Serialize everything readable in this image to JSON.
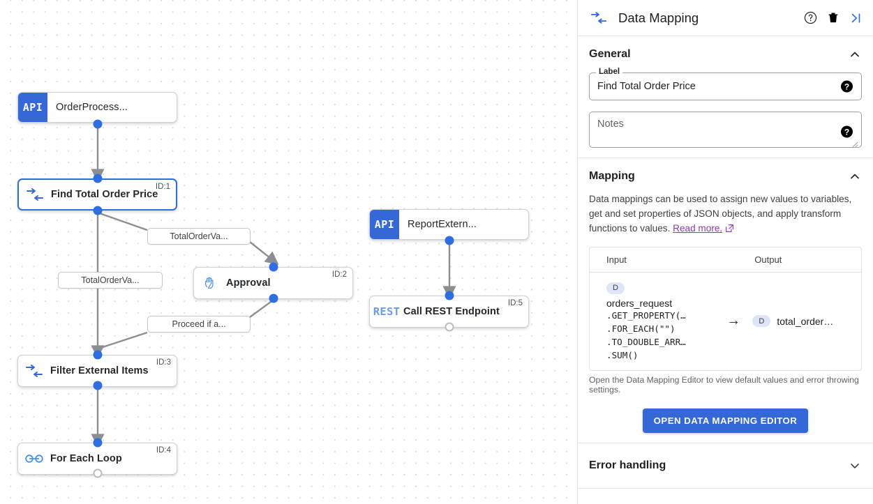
{
  "canvas": {
    "nodes": [
      {
        "id": "n-api-order",
        "title": "OrderProcess...",
        "badge": "API",
        "idlabel": ""
      },
      {
        "id": "n-find-total",
        "title": "Find Total Order Price",
        "idlabel": "ID:1"
      },
      {
        "id": "n-approval",
        "title": "Approval",
        "idlabel": "ID:2"
      },
      {
        "id": "n-filter",
        "title": "Filter External Items",
        "idlabel": "ID:3"
      },
      {
        "id": "n-foreach",
        "title": "For Each Loop",
        "idlabel": "ID:4"
      },
      {
        "id": "n-api-report",
        "title": "ReportExtern...",
        "badge": "API",
        "idlabel": ""
      },
      {
        "id": "n-rest",
        "title": "Call REST Endpoint",
        "badge": "REST",
        "idlabel": "ID:5"
      }
    ],
    "edge_labels": [
      {
        "id": "el-top",
        "text": "TotalOrderVa..."
      },
      {
        "id": "el-left",
        "text": "TotalOrderVa..."
      },
      {
        "id": "el-bottom",
        "text": "Proceed if a..."
      }
    ]
  },
  "panel": {
    "header": {
      "title": "Data Mapping",
      "help_icon": "help-circle-icon",
      "delete_icon": "trash-icon",
      "collapse_icon": "collapse-panel-icon"
    },
    "general": {
      "title": "General",
      "label_field": {
        "legend": "Label",
        "value": "Find Total Order Price"
      },
      "notes_field": {
        "placeholder": "Notes",
        "value": ""
      }
    },
    "mapping": {
      "title": "Mapping",
      "description_1": "Data mappings can be used to assign new values to variables, get and set properties of JSON objects, and apply transform functions to values. ",
      "read_more": "Read more.",
      "columns": {
        "input": "Input",
        "output": "Output"
      },
      "rows": [
        {
          "input_badge": "D",
          "input_var": "orders_request",
          "input_expr": [
            ".GET_PROPERTY(…",
            ".FOR_EACH(\"\")",
            ".TO_DOUBLE_ARR…",
            ".SUM()"
          ],
          "arrow": "→",
          "output_badge": "D",
          "output_var": "total_order…"
        }
      ],
      "hint": "Open the Data Mapping Editor to view default values and error throwing settings.",
      "button": "OPEN DATA MAPPING EDITOR"
    },
    "error_handling": {
      "title": "Error handling"
    }
  },
  "colors": {
    "accent": "#3368d6",
    "port": "#2f6ee0",
    "link": "#8a39b8",
    "badge_bg": "#dfe5f7"
  }
}
